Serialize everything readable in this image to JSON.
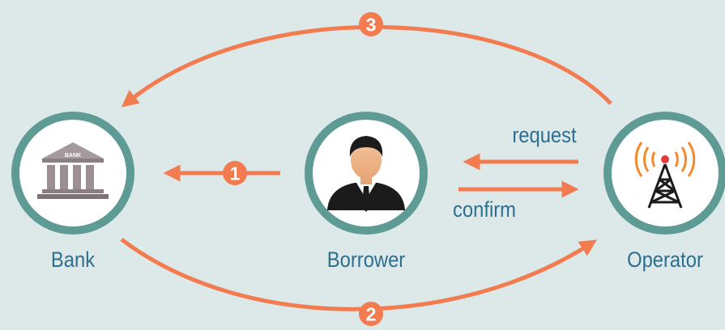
{
  "nodes": {
    "bank": {
      "label": "Bank",
      "sign": "BANK"
    },
    "borrower": {
      "label": "Borrower"
    },
    "operator": {
      "label": "Operator"
    }
  },
  "edges": {
    "step1": {
      "number": "1"
    },
    "step2": {
      "number": "2"
    },
    "step3": {
      "number": "3"
    },
    "request": {
      "label": "request"
    },
    "confirm": {
      "label": "confirm"
    }
  },
  "colors": {
    "background": "#dde8e9",
    "ring": "#5e9b94",
    "circle_fill": "#ffffff",
    "arrow": "#f27b50",
    "label_text": "#2d6f8f"
  }
}
